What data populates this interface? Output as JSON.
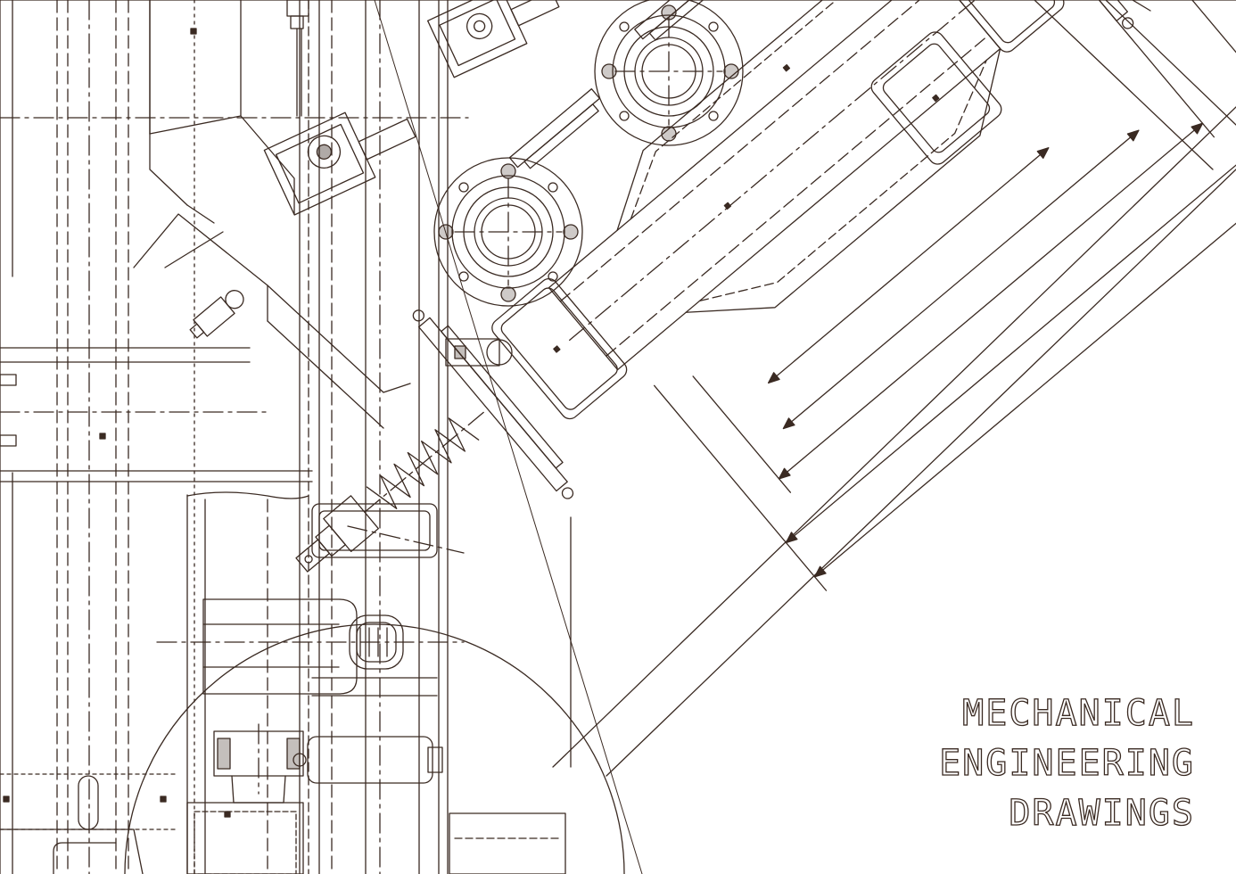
{
  "drawing": {
    "ink_color": "#3a2a22",
    "paper_color": "#ffffff",
    "style": "technical line art, outlined lettering"
  },
  "caption": {
    "lines": [
      "MECHANICAL",
      "ENGINEERING",
      "DRAWINGS"
    ]
  }
}
